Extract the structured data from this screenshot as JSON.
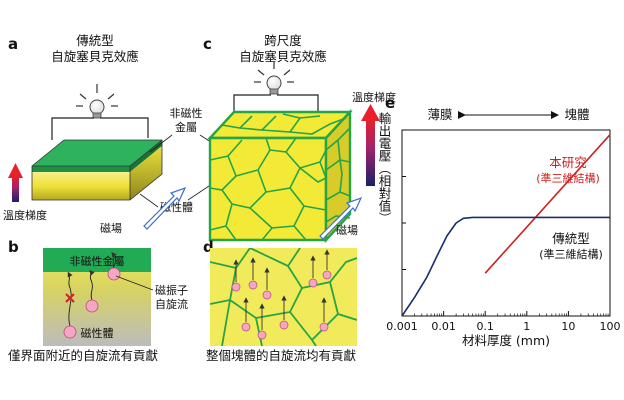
{
  "panels": {
    "a": {
      "letter": "a",
      "title_line1": "傳統型",
      "title_line2": "自旋塞貝克效應",
      "temp_gradient": "溫度梯度",
      "nonmagnetic_metal": [
        "非磁性",
        "金屬"
      ],
      "magnetic_body": "磁性體",
      "magnetic_field": "磁場"
    },
    "b": {
      "letter": "b",
      "metal_label": "非磁性金屬",
      "magnon_label": [
        "磁振子",
        "自旋流"
      ],
      "magnetic_body": "磁性體",
      "caption": "僅界面附近的自旋流有貢獻"
    },
    "c": {
      "letter": "c",
      "title_line1": "跨尺度",
      "title_line2": "自旋塞貝克效應",
      "temp_gradient": "溫度梯度",
      "magnetic_field": "磁場"
    },
    "d": {
      "letter": "d",
      "caption": "整個塊體的自旋流均有貢獻"
    },
    "e": {
      "letter": "e",
      "thin_film": "薄膜",
      "bulk": "塊體"
    }
  },
  "colors": {
    "metal_green": "#1faa55",
    "magnet_yellow": "#f2ea3c",
    "grain_boundary": "#3db44a",
    "this_work": "#cc2020",
    "conventional": "#1a2e6e",
    "magnon": "#f4a6c4"
  },
  "chart_data": {
    "type": "line",
    "xlabel": "材料厚度 (mm)",
    "ylabel": "輸出電壓（相對值）",
    "xscale": "log",
    "xlim": [
      0.001,
      100
    ],
    "xticks": [
      "0.001",
      "0.01",
      "0.1",
      "1",
      "10",
      "100"
    ],
    "series": [
      {
        "name": "本研究",
        "subname": "(準三維結構)",
        "color": "#cc2020",
        "x": [
          0.1,
          100
        ],
        "y": [
          0.46,
          1.95
        ]
      },
      {
        "name": "傳統型",
        "subname": "(準三維結構)",
        "color": "#1a2e6e",
        "x": [
          0.001,
          0.002,
          0.004,
          0.007,
          0.012,
          0.02,
          0.03,
          0.05,
          0.1,
          1,
          10,
          100
        ],
        "y": [
          0.0,
          0.2,
          0.42,
          0.65,
          0.86,
          1.0,
          1.05,
          1.06,
          1.06,
          1.06,
          1.06,
          1.06
        ]
      }
    ]
  }
}
